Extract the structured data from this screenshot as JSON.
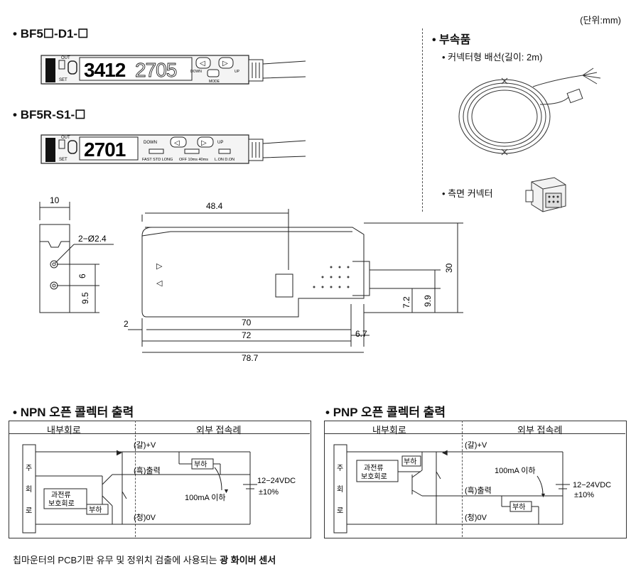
{
  "unit_note": "(단위:mm)",
  "models": {
    "d1": {
      "title": "BF5☐-D1-☐",
      "display_left": "3412",
      "display_right": "2705",
      "lbl_out": "OUT",
      "lbl_set": "SET",
      "lbl_down": "DOWN",
      "lbl_mode": "MODE",
      "lbl_up": "UP"
    },
    "s1": {
      "title": "BF5R-S1-☐",
      "display": "2701",
      "lbl_out": "OUT",
      "lbl_set": "SET",
      "lbl_down": "DOWN",
      "lbl_up": "UP",
      "switch_labels": [
        "FAST STD LONG",
        "OFF 10ms 40ms",
        "L.ON D.ON"
      ]
    }
  },
  "accessories": {
    "title": "부속품",
    "connector_cable": "커넥터형 배선(길이: 2m)",
    "side_connector": "측면 커넥터"
  },
  "dimensions": {
    "w10": "10",
    "hole": "2−Ø2.4",
    "d6": "6",
    "d95": "9.5",
    "d484": "48.4",
    "d30": "30",
    "d72s": "7.2",
    "d99": "9.9",
    "d2": "2",
    "d70": "70",
    "d67": "6.7",
    "d72": "72",
    "d787": "78.7"
  },
  "npn": {
    "title": "NPN 오픈 콜렉터 출력",
    "col_internal": "내부회로",
    "col_external": "외부 접속례",
    "main_circuit": [
      "주",
      "회",
      "로"
    ],
    "protect": [
      "과전류",
      "보호회로"
    ],
    "load": "부하",
    "v_plus": "(갈)+V",
    "out": "(흑)출력",
    "v0": "(청)0V",
    "current": "100mA 이하",
    "supply": "12−24VDC",
    "tol": "±10%"
  },
  "pnp": {
    "title": "PNP 오픈 콜렉터 출력",
    "col_internal": "내부회로",
    "col_external": "외부 접속례",
    "main_circuit": [
      "주",
      "회",
      "로"
    ],
    "protect": [
      "과전류",
      "보호회로"
    ],
    "load": "부하",
    "v_plus": "(갈)+V",
    "out": "(흑)출력",
    "v0": "(청)0V",
    "current": "100mA 이하",
    "supply": "12−24VDC",
    "tol": "±10%"
  },
  "caption": {
    "normal": "칩마운터의 PCB기판 유무 및 정위치 검출에 사용되는 ",
    "bold": "광 화이버 센서"
  }
}
